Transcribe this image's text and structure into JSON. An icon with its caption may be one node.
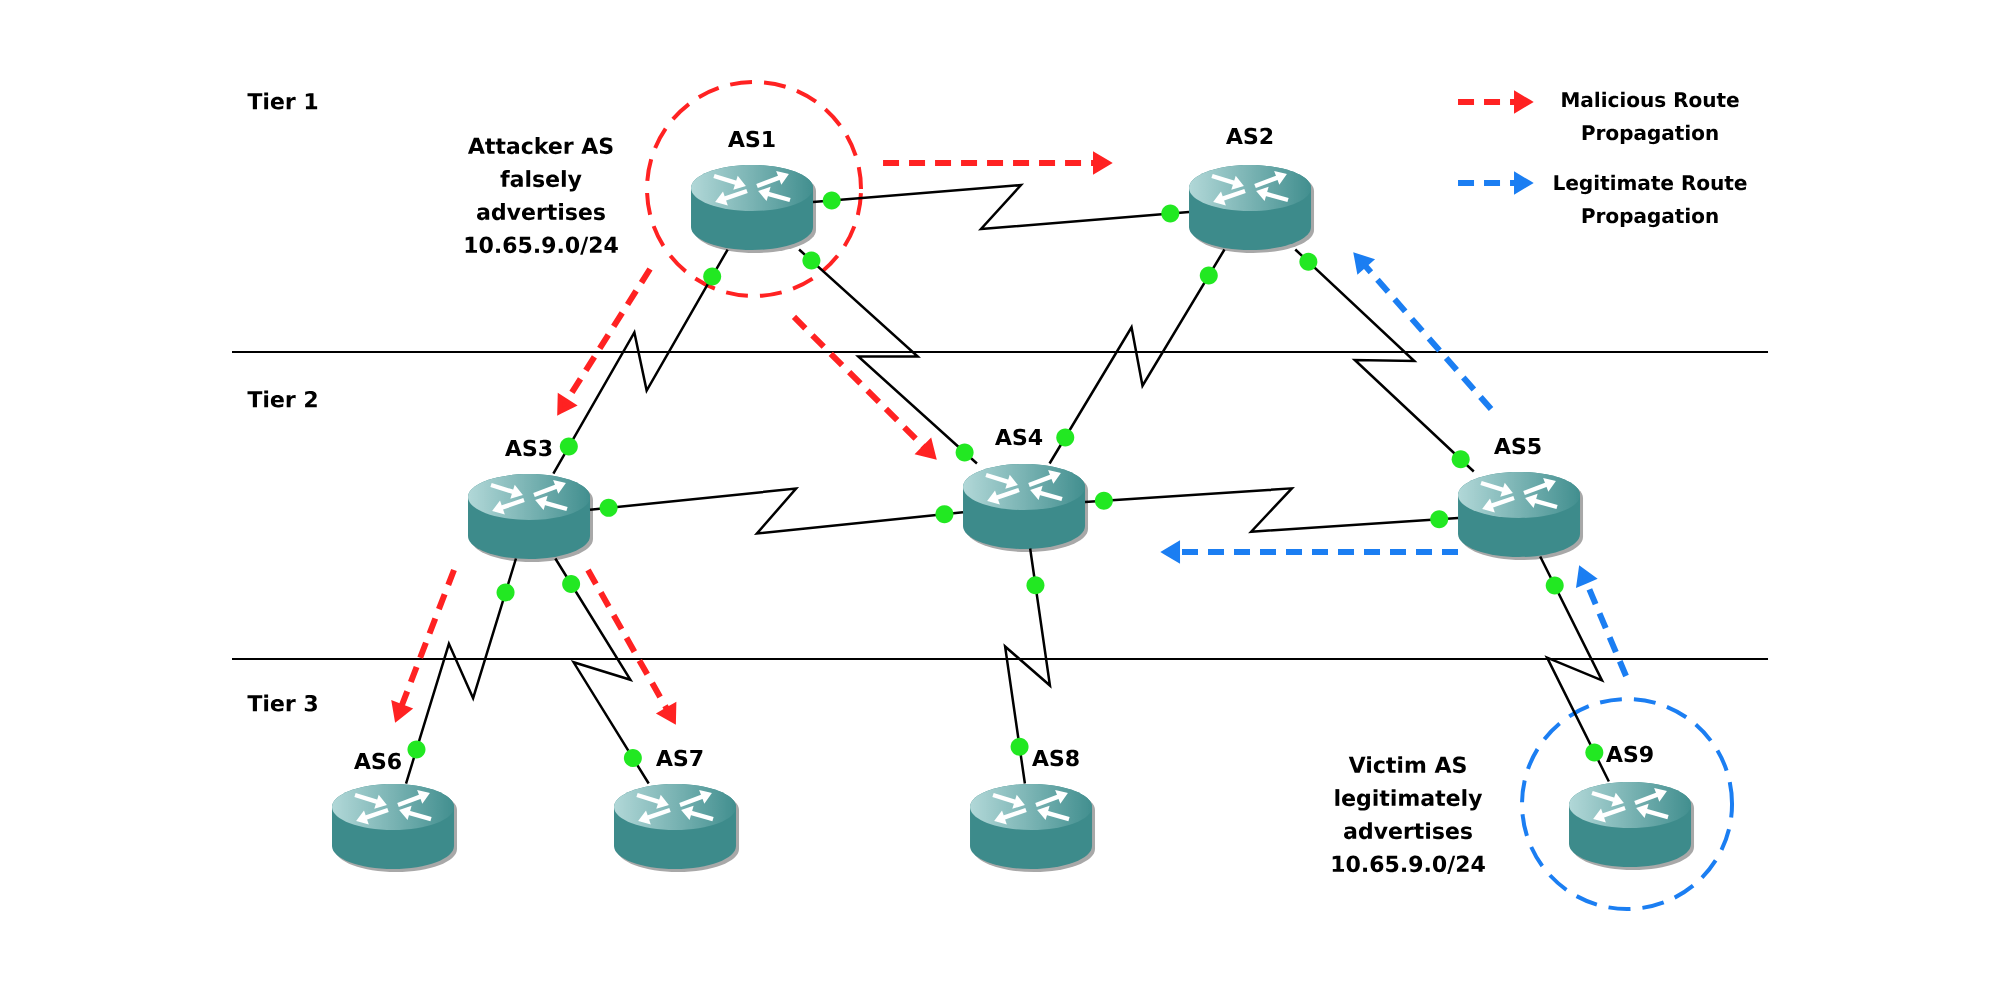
{
  "diagram": {
    "nodes": [
      {
        "text": [
          "AS1"
        ],
        "beside": [
          "Attacker AS falsely advertises 10.65.9.0/24"
        ]
      },
      {
        "text": [
          "AS2"
        ]
      },
      {
        "text": [
          "AS3"
        ]
      },
      {
        "text": [
          "AS4"
        ]
      },
      {
        "text": [
          "AS5"
        ]
      },
      {
        "text": [
          "AS6"
        ]
      },
      {
        "text": [
          "AS7"
        ]
      },
      {
        "text": [
          "AS8"
        ]
      },
      {
        "text": [
          "AS9"
        ],
        "beside": [
          "Victim AS legitimately advertises 10.65.9.0/24"
        ]
      }
    ],
    "edges": [
      {
        "from": 0,
        "to": 1,
        "arrow": "none"
      },
      {
        "from": 0,
        "to": 2,
        "arrow": "none"
      },
      {
        "from": 0,
        "to": 3,
        "arrow": "none"
      },
      {
        "from": 1,
        "to": 3,
        "arrow": "none"
      },
      {
        "from": 1,
        "to": 4,
        "arrow": "none"
      },
      {
        "from": 2,
        "to": 3,
        "arrow": "none"
      },
      {
        "from": 3,
        "to": 4,
        "arrow": "none"
      },
      {
        "from": 2,
        "to": 5,
        "arrow": "none"
      },
      {
        "from": 2,
        "to": 6,
        "arrow": "none"
      },
      {
        "from": 3,
        "to": 7,
        "arrow": "none"
      },
      {
        "from": 4,
        "to": 8,
        "arrow": "none"
      },
      {
        "from": 0,
        "to": 1,
        "arrow": "to",
        "style": "dashed",
        "color": "#ff2222"
      },
      {
        "from": 0,
        "to": 2,
        "arrow": "to",
        "style": "dashed",
        "color": "#ff2222"
      },
      {
        "from": 0,
        "to": 3,
        "arrow": "to",
        "style": "dashed",
        "color": "#ff2222"
      },
      {
        "from": 2,
        "to": 5,
        "arrow": "to",
        "style": "dashed",
        "color": "#ff2222"
      },
      {
        "from": 2,
        "to": 6,
        "arrow": "to",
        "style": "dashed",
        "color": "#ff2222"
      },
      {
        "from": 8,
        "to": 4,
        "arrow": "to",
        "style": "dashed",
        "color": "#1b7ef2"
      },
      {
        "from": 4,
        "to": 3,
        "arrow": "to",
        "style": "dashed",
        "color": "#1b7ef2"
      },
      {
        "from": 4,
        "to": 1,
        "arrow": "to",
        "style": "dashed",
        "color": "#1b7ef2"
      }
    ],
    "labels": [
      "Tier 1",
      "Tier 2",
      "Tier 3"
    ],
    "legend": [
      {
        "text": "Malicious Route Propagation"
      },
      {
        "text": "Legitimate Route Propagation"
      }
    ]
  }
}
